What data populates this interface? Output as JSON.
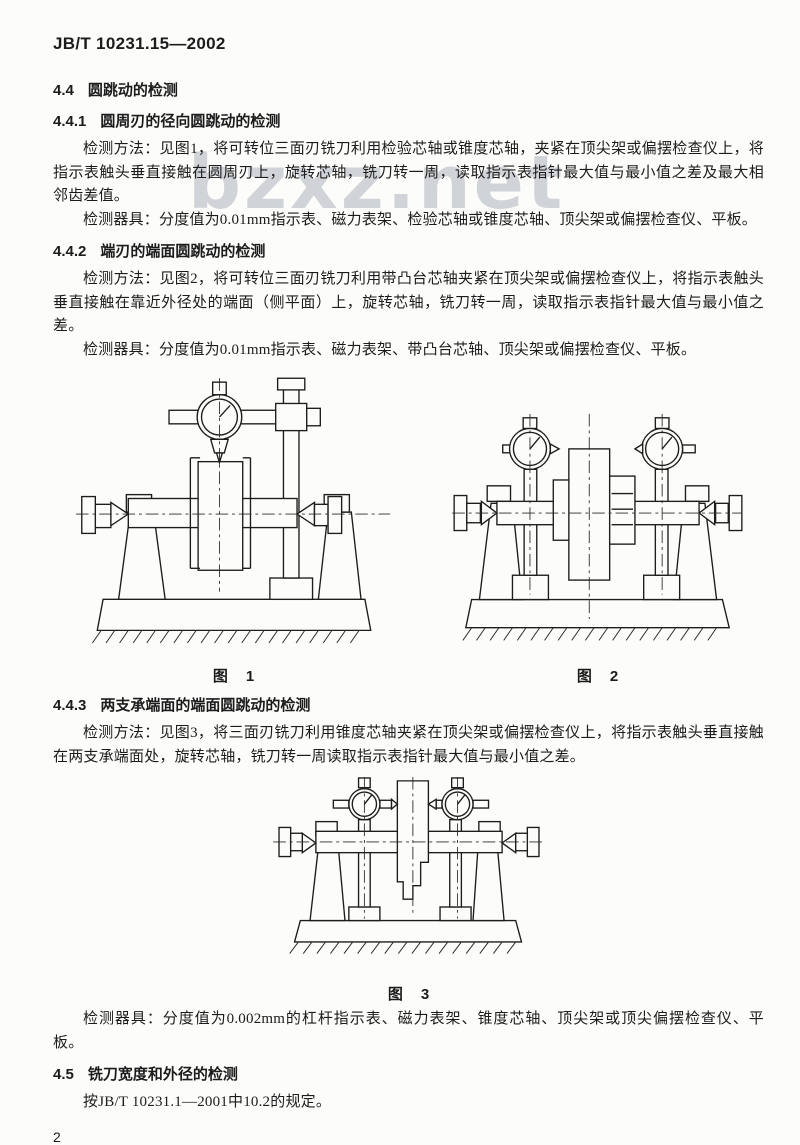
{
  "page": {
    "header": "JB/T 10231.15—2002",
    "watermark": "bzxz.net",
    "page_number": "2"
  },
  "sections": {
    "s44": {
      "num": "4.4",
      "title": "圆跳动的检测"
    },
    "s441": {
      "num": "4.4.1",
      "title": "圆周刃的径向圆跳动的检测",
      "method": "检测方法：见图1，将可转位三面刃铣刀利用检验芯轴或锥度芯轴，夹紧在顶尖架或偏摆检查仪上，将指示表触头垂直接触在圆周刃上，旋转芯轴，铣刀转一周，读取指示表指针最大值与最小值之差及最大相邻齿差值。",
      "tools": "检测器具：分度值为0.01mm指示表、磁力表架、检验芯轴或锥度芯轴、顶尖架或偏摆检查仪、平板。"
    },
    "s442": {
      "num": "4.4.2",
      "title": "端刃的端面圆跳动的检测",
      "method": "检测方法：见图2，将可转位三面刃铣刀利用带凸台芯轴夹紧在顶尖架或偏摆检查仪上，将指示表触头垂直接触在靠近外径处的端面（侧平面）上，旋转芯轴，铣刀转一周，读取指示表指针最大值与最小值之差。",
      "tools": "检测器具：分度值为0.01mm指示表、磁力表架、带凸台芯轴、顶尖架或偏摆检查仪、平板。"
    },
    "s443": {
      "num": "4.4.3",
      "title": "两支承端面的端面圆跳动的检测",
      "method": "检测方法：见图3，将三面刃铣刀利用锥度芯轴夹紧在顶尖架或偏摆检查仪上，将指示表触头垂直接触在两支承端面处，旋转芯轴，铣刀转一周读取指示表指针最大值与最小值之差。",
      "tools": "检测器具：分度值为0.002mm的杠杆指示表、磁力表架、锥度芯轴、顶尖架或顶尖偏摆检查仪、平板。"
    },
    "s45": {
      "num": "4.5",
      "title": "铣刀宽度和外径的检测",
      "body": "按JB/T 10231.1—2001中10.2的规定。"
    }
  },
  "figures": [
    {
      "label": "图",
      "number": "1"
    },
    {
      "label": "图",
      "number": "2"
    },
    {
      "label": "图",
      "number": "3"
    }
  ]
}
